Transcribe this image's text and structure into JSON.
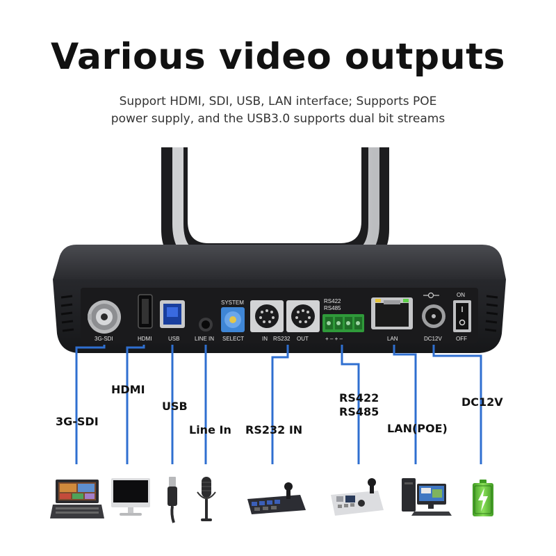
{
  "title": "Various video outputs",
  "subtitle_line1": "Support HDMI, SDI, USB, LAN interface; Supports POE",
  "subtitle_line2": "power supply, and the USB3.0 supports dual bit streams",
  "panel_labels": {
    "sdi": "3G-SDI",
    "hdmi": "HDMI",
    "usb": "USB",
    "line_in": "LINE  IN",
    "system": "SYSTEM",
    "select": "SELECT",
    "rs232_in": "IN",
    "rs232": "RS232",
    "rs232_out": "OUT",
    "rs422": "RS422",
    "rs485": "RS485",
    "terminal_signs": "+   –   +   –",
    "lan": "LAN",
    "dc12v": "DC12V",
    "on": "ON",
    "off": "OFF"
  },
  "connectors": {
    "sdi": "3G-SDI",
    "hdmi": "HDMI",
    "usb": "USB",
    "line_in": "Line In",
    "rs232_in": "RS232 IN",
    "rs422": "RS422",
    "rs485": "RS485",
    "lan": "LAN(POE)",
    "dc12v": "DC12V"
  },
  "device_icons": [
    "broadcast-switcher-icon",
    "monitor-icon",
    "usb-cable-icon",
    "microphone-icon",
    "ptz-controller-keyboard-icon",
    "joystick-controller-icon",
    "computer-icon",
    "battery-icon"
  ],
  "colors": {
    "accent": "#2f6fd0",
    "body": "#1e1e20",
    "battery": "#62c83a"
  }
}
